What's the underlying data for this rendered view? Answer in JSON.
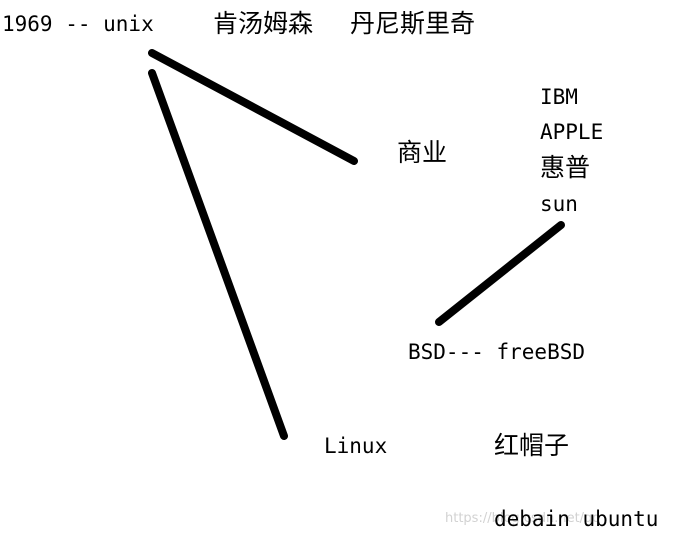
{
  "labels": {
    "unix_origin": "1969 -- unix",
    "ken_thompson": "肯汤姆森",
    "dennis_ritchie": "丹尼斯里奇",
    "commercial": "商业",
    "ibm": "IBM",
    "apple": "APPLE",
    "hp": "惠普",
    "sun": "sun",
    "bsd": "BSD--- freeBSD",
    "linux": "Linux",
    "redhat": "红帽子",
    "debian_ubuntu": "debain ubuntu"
  },
  "watermark": "https://blog.csdn.net/qq",
  "colors": {
    "ink": "#000000",
    "background": "#ffffff",
    "watermark": "#d2d2d2"
  }
}
